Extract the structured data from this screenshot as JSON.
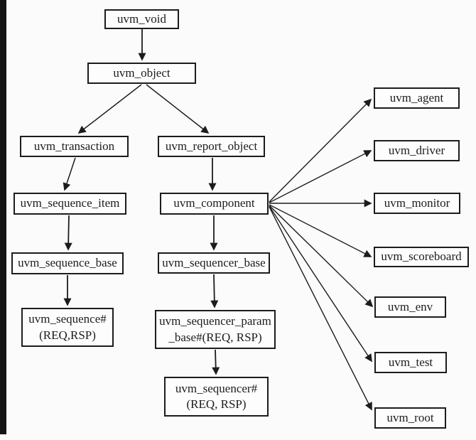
{
  "figure": {
    "background_color": "#fbfbfb",
    "node_fill_color": "#fdfdfd",
    "line_color": "#1c1c1c",
    "scan_bar_color": "#141414"
  },
  "diagram": {
    "type": "uvm-class-hierarchy-tree",
    "nodes": [
      {
        "id": "uvm_void",
        "lines": [
          "uvm_void"
        ]
      },
      {
        "id": "uvm_object",
        "lines": [
          "uvm_object"
        ]
      },
      {
        "id": "uvm_transaction",
        "lines": [
          "uvm_transaction"
        ]
      },
      {
        "id": "uvm_report_object",
        "lines": [
          "uvm_report_object"
        ]
      },
      {
        "id": "uvm_sequence_item",
        "lines": [
          "uvm_sequence_item"
        ]
      },
      {
        "id": "uvm_component",
        "lines": [
          "uvm_component"
        ]
      },
      {
        "id": "uvm_sequence_base",
        "lines": [
          "uvm_sequence_base"
        ]
      },
      {
        "id": "uvm_sequencer_base",
        "lines": [
          "uvm_sequencer_base"
        ]
      },
      {
        "id": "uvm_sequence_req_rsp",
        "lines": [
          "uvm_sequence#",
          "(REQ,RSP)"
        ]
      },
      {
        "id": "uvm_sequencer_param_base_req_rsp",
        "lines": [
          "uvm_sequencer_param",
          "_base#(REQ, RSP)"
        ]
      },
      {
        "id": "uvm_sequencer_req_rsp",
        "lines": [
          "uvm_sequencer#",
          "(REQ, RSP)"
        ]
      },
      {
        "id": "uvm_agent",
        "lines": [
          "uvm_agent"
        ]
      },
      {
        "id": "uvm_driver",
        "lines": [
          "uvm_driver"
        ]
      },
      {
        "id": "uvm_monitor",
        "lines": [
          "uvm_monitor"
        ]
      },
      {
        "id": "uvm_scoreboard",
        "lines": [
          "uvm_scoreboard"
        ]
      },
      {
        "id": "uvm_env",
        "lines": [
          "uvm_env"
        ]
      },
      {
        "id": "uvm_test",
        "lines": [
          "uvm_test"
        ]
      },
      {
        "id": "uvm_root",
        "lines": [
          "uvm_root"
        ]
      }
    ],
    "edges": [
      {
        "from": "uvm_void",
        "to": "uvm_object"
      },
      {
        "from": "uvm_object",
        "to": "uvm_transaction"
      },
      {
        "from": "uvm_object",
        "to": "uvm_report_object"
      },
      {
        "from": "uvm_transaction",
        "to": "uvm_sequence_item"
      },
      {
        "from": "uvm_sequence_item",
        "to": "uvm_sequence_base"
      },
      {
        "from": "uvm_sequence_base",
        "to": "uvm_sequence_req_rsp"
      },
      {
        "from": "uvm_report_object",
        "to": "uvm_component"
      },
      {
        "from": "uvm_component",
        "to": "uvm_sequencer_base"
      },
      {
        "from": "uvm_sequencer_base",
        "to": "uvm_sequencer_param_base_req_rsp"
      },
      {
        "from": "uvm_sequencer_param_base_req_rsp",
        "to": "uvm_sequencer_req_rsp"
      },
      {
        "from": "uvm_component",
        "to": "uvm_agent"
      },
      {
        "from": "uvm_component",
        "to": "uvm_driver"
      },
      {
        "from": "uvm_component",
        "to": "uvm_monitor"
      },
      {
        "from": "uvm_component",
        "to": "uvm_scoreboard"
      },
      {
        "from": "uvm_component",
        "to": "uvm_env"
      },
      {
        "from": "uvm_component",
        "to": "uvm_test"
      },
      {
        "from": "uvm_component",
        "to": "uvm_root"
      }
    ]
  }
}
